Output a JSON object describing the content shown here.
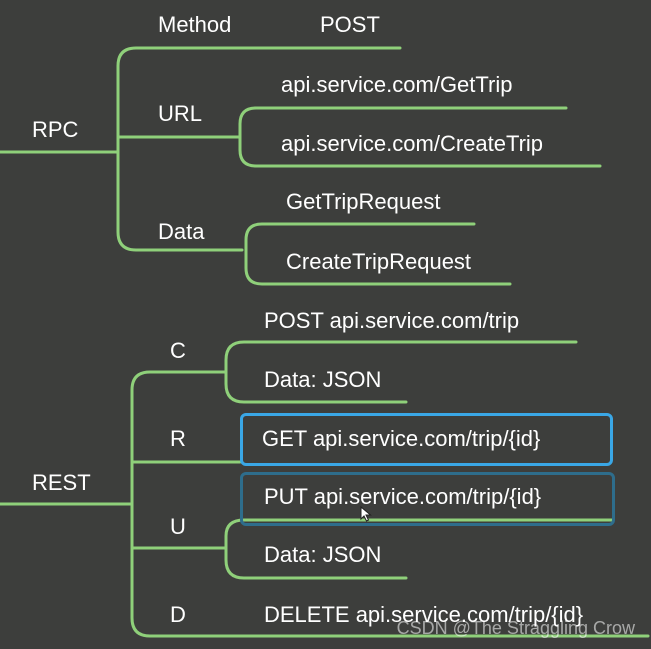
{
  "colors": {
    "background": "#3d3e3c",
    "branch": "#8fd07a",
    "text": "#ffffff",
    "highlight_primary": "#3aa7e6",
    "highlight_secondary": "#2e6d8c"
  },
  "rpc": {
    "label": "RPC",
    "method": {
      "label": "Method",
      "value": "POST"
    },
    "url": {
      "label": "URL",
      "items": [
        "api.service.com/GetTrip",
        "api.service.com/CreateTrip"
      ]
    },
    "data": {
      "label": "Data",
      "items": [
        "GetTripRequest",
        "CreateTripRequest"
      ]
    }
  },
  "rest": {
    "label": "REST",
    "c": {
      "label": "C",
      "items": [
        "POST api.service.com/trip",
        "Data: JSON"
      ]
    },
    "r": {
      "label": "R",
      "value": "GET api.service.com/trip/{id}"
    },
    "u": {
      "label": "U",
      "items": [
        "PUT api.service.com/trip/{id}",
        "Data: JSON"
      ]
    },
    "d": {
      "label": "D",
      "value": "DELETE api.service.com/trip/{id}"
    }
  },
  "watermark": "CSDN @The Straggling Crow",
  "cursor_icon": "mouse-pointer-icon"
}
